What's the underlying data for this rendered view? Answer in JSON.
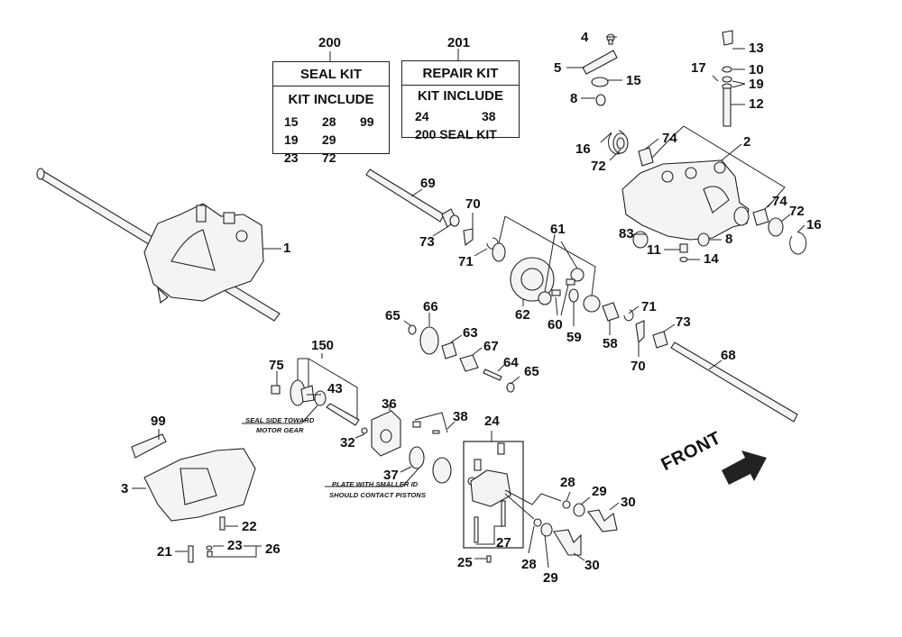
{
  "diagram": {
    "title": "Transaxle exploded parts diagram",
    "kits": [
      {
        "ref": "200",
        "title": "SEAL KIT",
        "subtitle": "KIT INCLUDE",
        "items": [
          "15",
          "28",
          "99",
          "19",
          "29",
          "",
          "23",
          "72",
          ""
        ]
      },
      {
        "ref": "201",
        "title": "REPAIR KIT",
        "subtitle": "KIT INCLUDE",
        "items": [
          "24",
          "38"
        ],
        "footer": "200 SEAL KIT"
      }
    ],
    "notes": {
      "seal_side_line1": "SEAL SIDE TOWARD",
      "seal_side_line2": "MOTOR GEAR",
      "plate_line1": "PLATE WITH SMALLER ID",
      "plate_line2": "SHOULD CONTACT PISTONS"
    },
    "front_label": "FRONT",
    "callouts": {
      "c1": "1",
      "c2": "2",
      "c3": "3",
      "c4": "4",
      "c5": "5",
      "c8a": "8",
      "c8b": "8",
      "c10": "10",
      "c11": "11",
      "c12": "12",
      "c13": "13",
      "c14": "14",
      "c15": "15",
      "c16a": "16",
      "c16b": "16",
      "c17": "17",
      "c19": "19",
      "c21": "21",
      "c22": "22",
      "c23": "23",
      "c24": "24",
      "c25": "25",
      "c26": "26",
      "c27": "27",
      "c28a": "28",
      "c28b": "28",
      "c29a": "29",
      "c29b": "29",
      "c30a": "30",
      "c30b": "30",
      "c32": "32",
      "c36": "36",
      "c37": "37",
      "c38": "38",
      "c43": "43",
      "c58": "58",
      "c59": "59",
      "c60": "60",
      "c61": "61",
      "c62": "62",
      "c63": "63",
      "c64": "64",
      "c65a": "65",
      "c65b": "65",
      "c66": "66",
      "c67": "67",
      "c68": "68",
      "c69": "69",
      "c70a": "70",
      "c70b": "70",
      "c71a": "71",
      "c71b": "71",
      "c72a": "72",
      "c72b": "72",
      "c73a": "73",
      "c73b": "73",
      "c74a": "74",
      "c74b": "74",
      "c75": "75",
      "c83": "83",
      "c99": "99",
      "c150": "150",
      "c200": "200",
      "c201": "201"
    }
  }
}
